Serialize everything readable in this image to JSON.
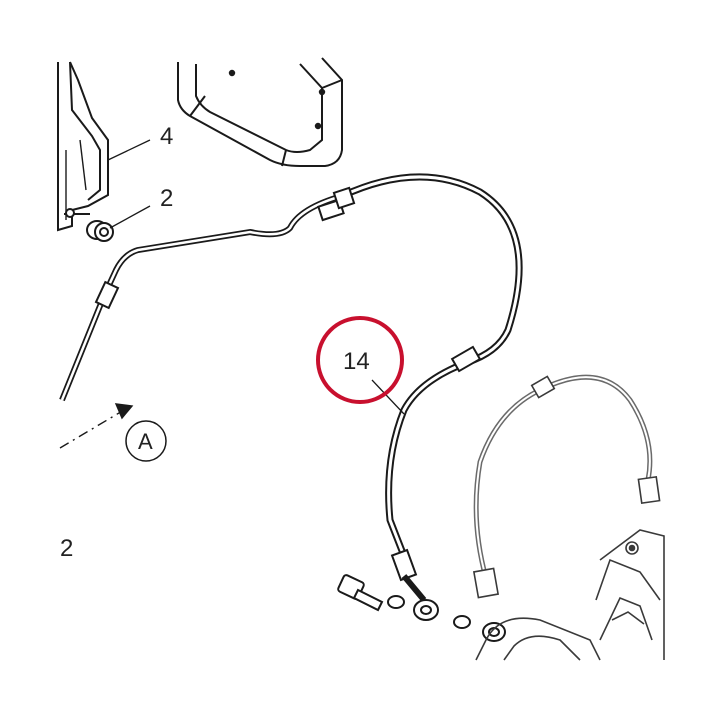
{
  "callouts": {
    "c4": "4",
    "c2_top": "2",
    "c14": "14",
    "view_a": "A",
    "c2_left": "2"
  },
  "colors": {
    "highlight": "#c8102e",
    "line": "#1a1a1a",
    "light_line": "#6a6a6a"
  }
}
